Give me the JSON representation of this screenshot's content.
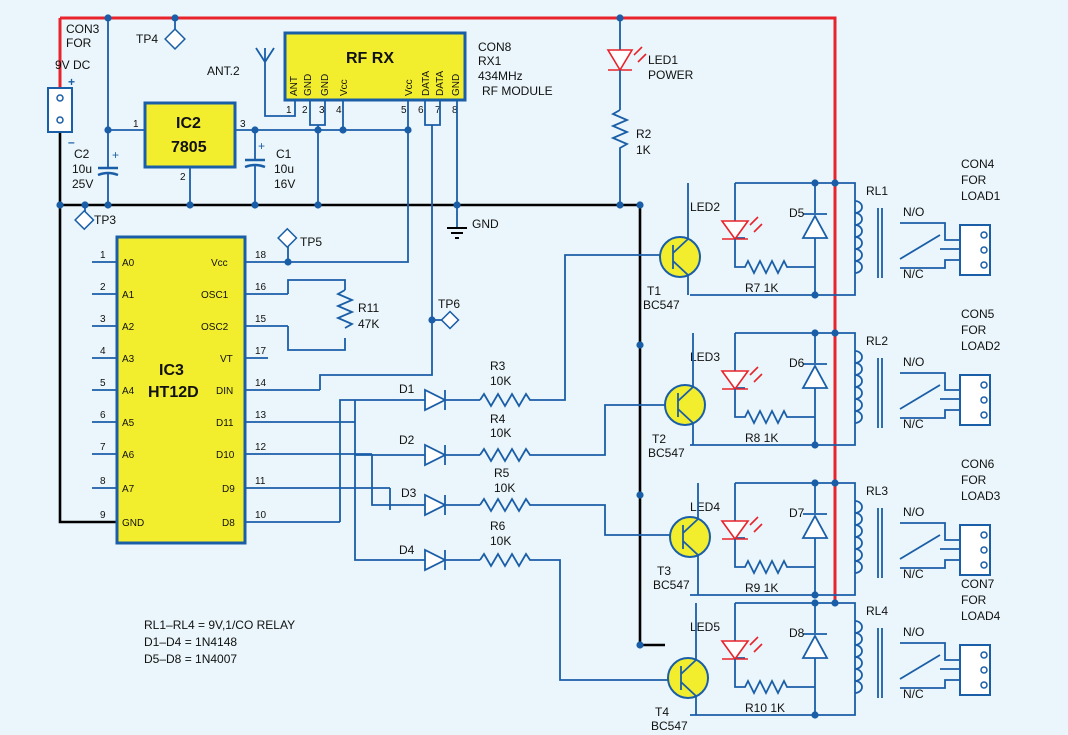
{
  "labels": {
    "con3": "CON3",
    "con3_for": "FOR",
    "con3_v": "9V DC",
    "plus": "+",
    "minus": "–",
    "tp3": "TP3",
    "tp4": "TP4",
    "tp5": "TP5",
    "tp6": "TP6",
    "ant": "ANT.2",
    "rfrx": "RF RX",
    "con8": "CON8",
    "rx1": "RX1",
    "freq": "434MHz",
    "rfmod": "RF MODULE",
    "ic2": "IC2",
    "ic2_part": "7805",
    "c2": "C2",
    "c2_val": "10u",
    "c2_v": "25V",
    "c1": "C1",
    "c1_val": "10u",
    "c1_v": "16V",
    "gnd": "GND",
    "led1": "LED1",
    "led1_name": "POWER",
    "r2": "R2",
    "r2_val": "1K",
    "ic3": "IC3",
    "ic3_part": "HT12D",
    "r11": "R11",
    "r11_val": "47K",
    "d1": "D1",
    "d2": "D2",
    "d3": "D3",
    "d4": "D4",
    "r3": "R3",
    "r3_val": "10K",
    "r4": "R4",
    "r4_val": "10K",
    "r5": "R5",
    "r5_val": "10K",
    "r6": "R6",
    "r6_val": "10K",
    "t1": "T1",
    "t2": "T2",
    "t3": "T3",
    "t4": "T4",
    "bc547": "BC547",
    "led2": "LED2",
    "led3": "LED3",
    "led4": "LED4",
    "led5": "LED5",
    "d5": "D5",
    "d6": "D6",
    "d7": "D7",
    "d8": "D8",
    "r7": "R7 1K",
    "r8": "R8 1K",
    "r9": "R9 1K",
    "r10": "R10 1K",
    "rl1": "RL1",
    "rl2": "RL2",
    "rl3": "RL3",
    "rl4": "RL4",
    "no": "N/O",
    "nc": "N/C",
    "con4": "CON4",
    "con5": "CON5",
    "con6": "CON6",
    "con7": "CON7",
    "for": "FOR",
    "load1": "LOAD1",
    "load2": "LOAD2",
    "load3": "LOAD3",
    "load4": "LOAD4",
    "note1": "RL1–RL4 = 9V,1/CO RELAY",
    "note2": "D1–D4 = 1N4148",
    "note3": "D5–D8 = 1N4007"
  },
  "rf_pins": {
    "names": [
      "ANT",
      "GND",
      "GND",
      "Vcc",
      "Vcc",
      "DATA",
      "DATA",
      "GND"
    ],
    "numbers": [
      "1",
      "2",
      "3",
      "4",
      "5",
      "6",
      "7",
      "8"
    ]
  },
  "ic2_pins": [
    "1",
    "2",
    "3"
  ],
  "ic3_left": {
    "names": [
      "A0",
      "A1",
      "A2",
      "A3",
      "A4",
      "A5",
      "A6",
      "A7",
      "GND"
    ],
    "numbers": [
      "1",
      "2",
      "3",
      "4",
      "5",
      "6",
      "7",
      "8",
      "9"
    ]
  },
  "ic3_right": {
    "names": [
      "Vcc",
      "OSC1",
      "OSC2",
      "VT",
      "DIN",
      "D11",
      "D10",
      "D9",
      "D8"
    ],
    "numbers": [
      "18",
      "16",
      "15",
      "17",
      "14",
      "13",
      "12",
      "11",
      "10"
    ]
  },
  "colors": {
    "wire": "#1a5ea8",
    "supply": "#e8232b",
    "ground": "#000000",
    "chip": "#f2ee2e",
    "background": "#eaf6fb"
  }
}
